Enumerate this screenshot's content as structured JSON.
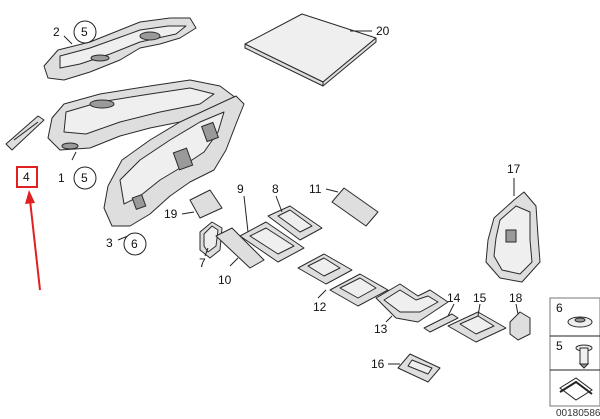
{
  "callouts": {
    "c1": "1",
    "c2": "2",
    "c3": "3",
    "c4": "4",
    "c5a": "5",
    "c5b": "5",
    "c6": "6",
    "c7": "7",
    "c8": "8",
    "c9": "9",
    "c10": "10",
    "c11": "11",
    "c12": "12",
    "c13": "13",
    "c14": "14",
    "c15": "15",
    "c16": "16",
    "c17": "17",
    "c18": "18",
    "c19": "19",
    "c20": "20"
  },
  "legend": {
    "clip": "6",
    "screw": "5"
  },
  "diagram_id": "00180586",
  "colors": {
    "highlight": "#e02020",
    "part_fill": "#dedede",
    "line": "#222222"
  }
}
